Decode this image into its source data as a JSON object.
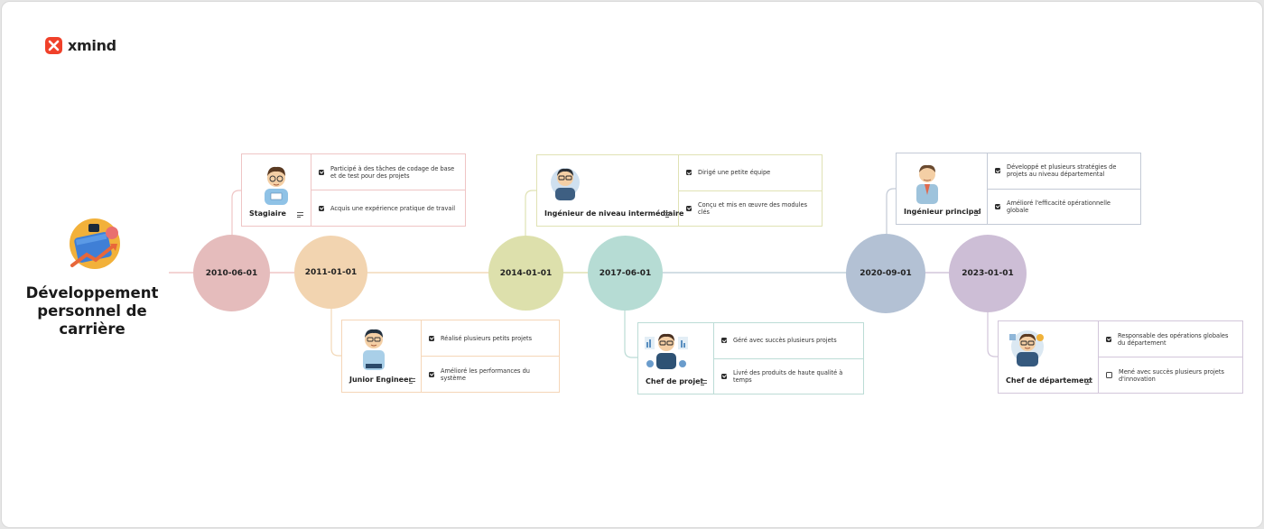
{
  "brand": {
    "name": "xmind",
    "logo_color": "#f0412a"
  },
  "central_topic": "Développement personnel de carrière",
  "milestones": [
    {
      "date": "2010-06-01",
      "color": "#e5bcbc"
    },
    {
      "date": "2011-01-01",
      "color": "#f2d4b0"
    },
    {
      "date": "2014-01-01",
      "color": "#dde0ac"
    },
    {
      "date": "2017-06-01",
      "color": "#b6dcd4"
    },
    {
      "date": "2020-09-01",
      "color": "#b3c1d4"
    },
    {
      "date": "2023-01-01",
      "color": "#cdbed6"
    }
  ],
  "roles": [
    {
      "title": "Stagiaire",
      "accent": "#efc5c5",
      "tasks": [
        {
          "text": "Participé à des tâches de codage de base et de test pour des projets",
          "checked": true
        },
        {
          "text": "Acquis une expérience pratique de travail",
          "checked": true
        }
      ]
    },
    {
      "title": "Junior Engineer",
      "accent": "#f5d6b8",
      "tasks": [
        {
          "text": "Réalisé plusieurs petits projets",
          "checked": true
        },
        {
          "text": "Amélioré les performances du système",
          "checked": true
        }
      ]
    },
    {
      "title": "Ingénieur de niveau intermédiaire",
      "accent": "#e0e2b4",
      "tasks": [
        {
          "text": "Dirigé une petite équipe",
          "checked": true
        },
        {
          "text": "Conçu et mis en œuvre des modules clés",
          "checked": true
        }
      ]
    },
    {
      "title": "Chef de projet",
      "accent": "#bcdcd6",
      "tasks": [
        {
          "text": "Géré avec succès plusieurs projets",
          "checked": true
        },
        {
          "text": "Livré des produits de haute qualité à temps",
          "checked": true
        }
      ]
    },
    {
      "title": "Ingénieur principal",
      "accent": "#c3cad6",
      "tasks": [
        {
          "text": "Développé et plusieurs stratégies de projets au niveau départemental",
          "checked": true
        },
        {
          "text": "Amélioré l'efficacité opérationnelle globale",
          "checked": true
        }
      ]
    },
    {
      "title": "Chef de département",
      "accent": "#d2c6da",
      "tasks": [
        {
          "text": "Responsable des opérations globales du département",
          "checked": true
        },
        {
          "text": "Mené avec succès plusieurs projets d'innovation",
          "checked": false
        }
      ]
    }
  ]
}
